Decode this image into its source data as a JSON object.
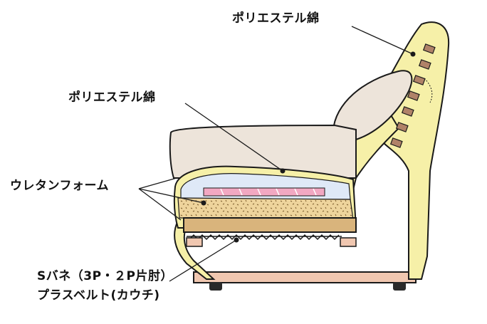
{
  "labels": {
    "polyester_top": "ポリエステル綿",
    "polyester_seat": "ポリエステル綿",
    "urethane_foam": "ウレタンフォーム",
    "spring_line1": "Sバネ（3P・２P片肘）",
    "spring_line2": "プラスベルト(カウチ)"
  },
  "colors": {
    "outline": "#1a1a1a",
    "frame_yellow": "#f6f0a8",
    "cushion_beige": "#ede4da",
    "foam_blue": "#dfe9f7",
    "pink_pad": "#f2a8c2",
    "chip_foam": "#eed49c",
    "wood": "#d9b47c",
    "base_red": "#f0c7b0",
    "leg_dark": "#2a2a2a"
  }
}
